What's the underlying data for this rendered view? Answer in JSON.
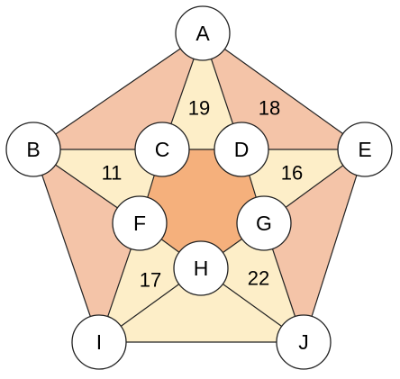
{
  "colors": {
    "outer_region": "#f4c4a8",
    "light_region": "#fdeec8",
    "center_star": "#f5b07c",
    "edge": "#222222",
    "node_fill": "#ffffff"
  },
  "nodes": {
    "A": "A",
    "B": "B",
    "C": "C",
    "D": "D",
    "E": "E",
    "F": "F",
    "G": "G",
    "H": "H",
    "I": "I",
    "J": "J"
  },
  "region_labels": {
    "ACD": "19",
    "ADE": "18",
    "BCF": "11",
    "DEG": "16",
    "FHI": "17",
    "GHJ": "22"
  }
}
